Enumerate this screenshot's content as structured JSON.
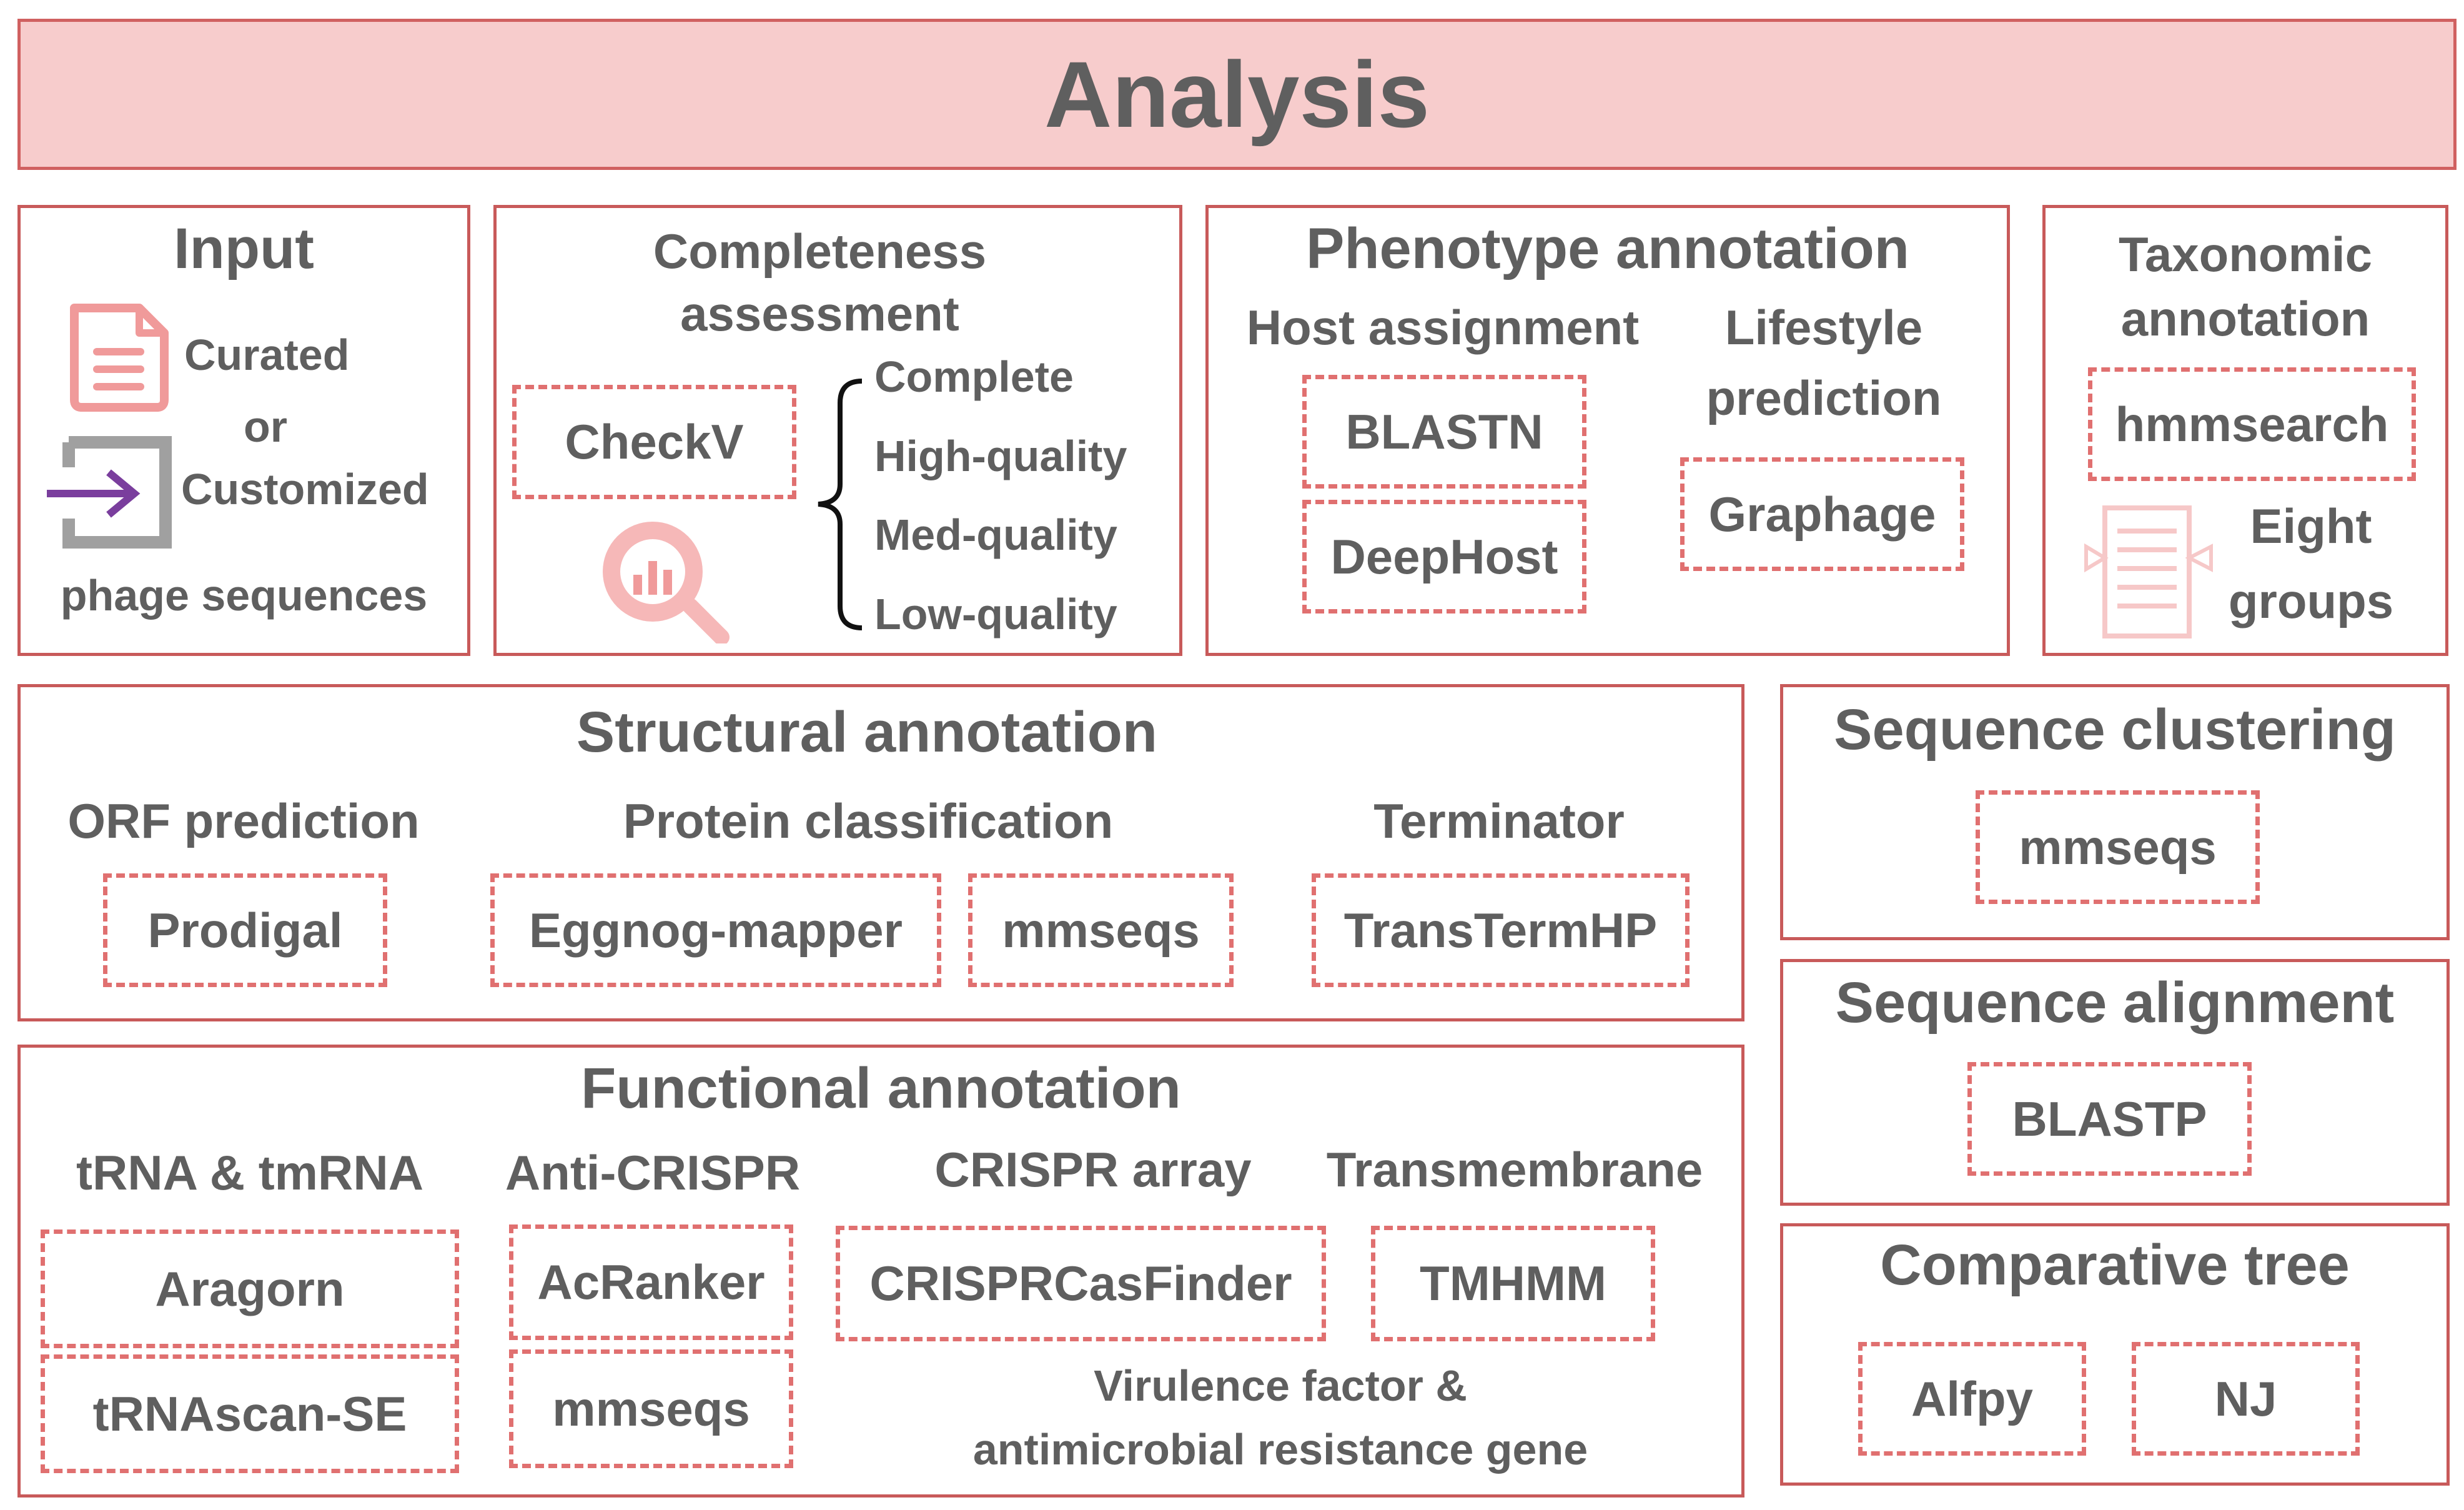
{
  "title": "Analysis",
  "colors": {
    "header_fill": "#f7cccc",
    "panel_border": "#c85a5a",
    "dashed_border": "#e07070",
    "text": "#5f5f5f",
    "icon_pink": "#f09a9a",
    "arrow_purple": "#7a3e9d"
  },
  "input": {
    "title": "Input",
    "curated": "Curated",
    "or": "or",
    "customized": "Customized",
    "footer": "phage sequences",
    "icons": [
      "document-icon",
      "import-arrow-icon"
    ]
  },
  "completeness": {
    "title_line1": "Completeness",
    "title_line2": "assessment",
    "tool": "CheckV",
    "levels": [
      "Complete",
      "High-quality",
      "Med-quality",
      "Low-quality"
    ],
    "icons": [
      "chart-magnifier-icon",
      "curly-brace-icon"
    ]
  },
  "phenotype": {
    "title": "Phenotype annotation",
    "host_label": "Host assignment",
    "host_tools": [
      "BLASTN",
      "DeepHost"
    ],
    "lifestyle_label_line1": "Lifestyle",
    "lifestyle_label_line2": "prediction",
    "lifestyle_tool": "Graphage"
  },
  "taxonomic": {
    "title_line1": "Taxonomic",
    "title_line2": "annotation",
    "tool": "hmmsearch",
    "groups_line1": "Eight",
    "groups_line2": "groups",
    "icons": [
      "grouped-list-icon"
    ]
  },
  "structural": {
    "title": "Structural annotation",
    "orf_label": "ORF prediction",
    "orf_tool": "Prodigal",
    "protein_label": "Protein classification",
    "protein_tools": [
      "Eggnog-mapper",
      "mmseqs"
    ],
    "terminator_label": "Terminator",
    "terminator_tool": "TransTermHP"
  },
  "clustering": {
    "title": "Sequence clustering",
    "tool": "mmseqs"
  },
  "alignment": {
    "title": "Sequence alignment",
    "tool": "BLASTP"
  },
  "functional": {
    "title": "Functional annotation",
    "trna_label": "tRNA & tmRNA",
    "trna_tools": [
      "Aragorn",
      "tRNAscan-SE"
    ],
    "acr_label": "Anti-CRISPR",
    "acr_tools": [
      "AcRanker",
      "mmseqs"
    ],
    "crispr_label": "CRISPR array",
    "crispr_tool": "CRISPRCasFinder",
    "tm_label": "Transmembrane",
    "tm_tool": "TMHMM",
    "virulence_line1": "Virulence factor &",
    "virulence_line2": "antimicrobial resistance gene"
  },
  "tree": {
    "title": "Comparative tree",
    "tools": [
      "Alfpy",
      "NJ"
    ]
  }
}
